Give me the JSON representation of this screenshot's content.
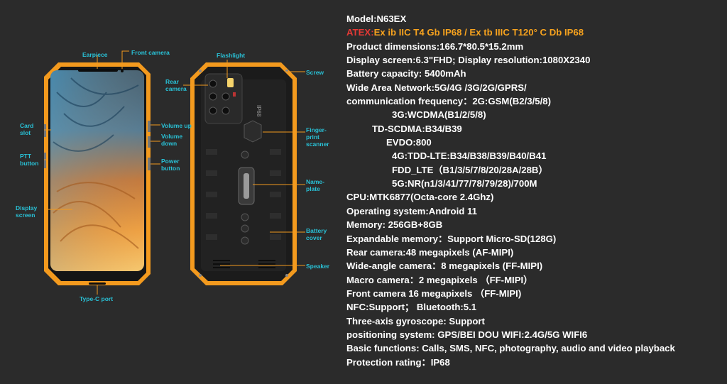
{
  "labels": {
    "earpiece": "Earpiece",
    "front_camera": "Front camera",
    "card_slot": "Card\nslot",
    "ptt_button": "PTT\nbutton",
    "display_screen": "Display\nscreen",
    "volume_up": "Volume up",
    "volume_down": "Volume\ndown",
    "power_button": "Power\nbutton",
    "type_c_port": "Type-C port",
    "flashlight": "Flashlight",
    "rear_camera": "Rear\ncamera",
    "screw": "Screw",
    "fingerprint_scanner": "Finger-\nprint\nscanner",
    "nameplate": "Name-\nplate",
    "battery_cover": "Battery\ncover",
    "speaker": "Speaker"
  },
  "specs": {
    "model": "Model:N63EX",
    "atex_label": "ATEX:",
    "atex_value": "Ex ib IIC T4 Gb IP68 / Ex tb IIIC T120° C Db IP68",
    "dimensions": "Product dimensions:166.7*80.5*15.2mm",
    "display": "Display screen:6.3\"FHD; Display resolution:1080X2340",
    "battery": "Battery capacity: 5400mAh",
    "wan": "Wide Area Network:5G/4G /3G/2G/GPRS/",
    "freq": "communication frequency：2G:GSM(B2/3/5/8)",
    "wcdma": "3G:WCDMA(B1/2/5/8)",
    "tdscdma": "TD-SCDMA:B34/B39",
    "evdo": "EVDO:800",
    "tdd_lte": "4G:TDD-LTE:B34/B38/B39/B40/B41",
    "fdd_lte": "FDD_LTE（B1/3/5/7/8/20/28A/28B）",
    "nr": "5G:NR(n1/3/41/77/78/79/28)/700M",
    "cpu": "CPU:MTK6877(Octa-core 2.4Ghz)",
    "os": "Operating system:Android 11",
    "memory": "Memory: 256GB+8GB",
    "expandable": "Expandable memory：Support Micro-SD(128G)",
    "rear_camera": "Rear camera:48 megapixels (AF-MIPI)",
    "wide_camera": "Wide-angle camera：8 megapixels (FF-MIPI)",
    "macro_camera": "Macro camera：2 megapixels （FF-MIPI）",
    "front_camera": "Front camera 16 megapixels （FF-MIPI)",
    "nfc": "NFC:Support；  Bluetooth:5.1",
    "gyro": "Three-axis gyroscope: Support",
    "positioning": "positioning system: GPS/BEI DOU     WIFI:2.4G/5G WIFI6",
    "basic": "Basic functions: Calls, SMS, NFC, photography, audio and video playback",
    "protection": "Protection rating：IP68"
  },
  "rear_badge": "IP68",
  "colors": {
    "accent_orange": "#f39a1e",
    "callout_cyan": "#29c1d6",
    "atex_red": "#e53935",
    "background": "#2b2b2b"
  },
  "icons": [
    "camera-module-icon",
    "fingerprint-icon",
    "nameplate-icon",
    "speaker-icon",
    "screw-icon",
    "usb-c-port-icon"
  ]
}
